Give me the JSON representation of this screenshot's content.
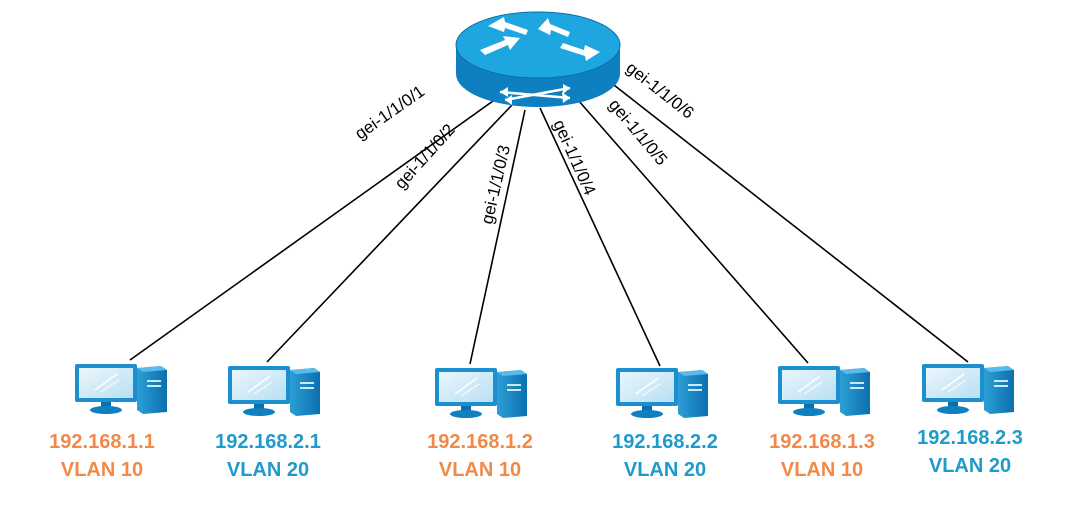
{
  "router": {
    "icon": "router-icon"
  },
  "links": [
    {
      "port": "gei-1/1/0/1"
    },
    {
      "port": "gei-1/1/0/2"
    },
    {
      "port": "gei-1/1/0/3"
    },
    {
      "port": "gei-1/1/0/4"
    },
    {
      "port": "gei-1/1/0/5"
    },
    {
      "port": "gei-1/1/0/6"
    }
  ],
  "hosts": [
    {
      "ip": "192.168.1.1",
      "vlan": "VLAN 10",
      "color": "#F08A4B",
      "icon": "desktop-pc-icon"
    },
    {
      "ip": "192.168.2.1",
      "vlan": "VLAN 20",
      "color": "#1F9ACB",
      "icon": "desktop-pc-icon"
    },
    {
      "ip": "192.168.1.2",
      "vlan": "VLAN 10",
      "color": "#F08A4B",
      "icon": "desktop-pc-icon"
    },
    {
      "ip": "192.168.2.2",
      "vlan": "VLAN 20",
      "color": "#1F9ACB",
      "icon": "desktop-pc-icon"
    },
    {
      "ip": "192.168.1.3",
      "vlan": "VLAN 10",
      "color": "#F08A4B",
      "icon": "desktop-pc-icon"
    },
    {
      "ip": "192.168.2.3",
      "vlan": "VLAN 20",
      "color": "#1F9ACB",
      "icon": "desktop-pc-icon"
    }
  ],
  "colors": {
    "router_top": "#1EA6E0",
    "router_side": "#0E7FC0",
    "link": "#000000"
  }
}
